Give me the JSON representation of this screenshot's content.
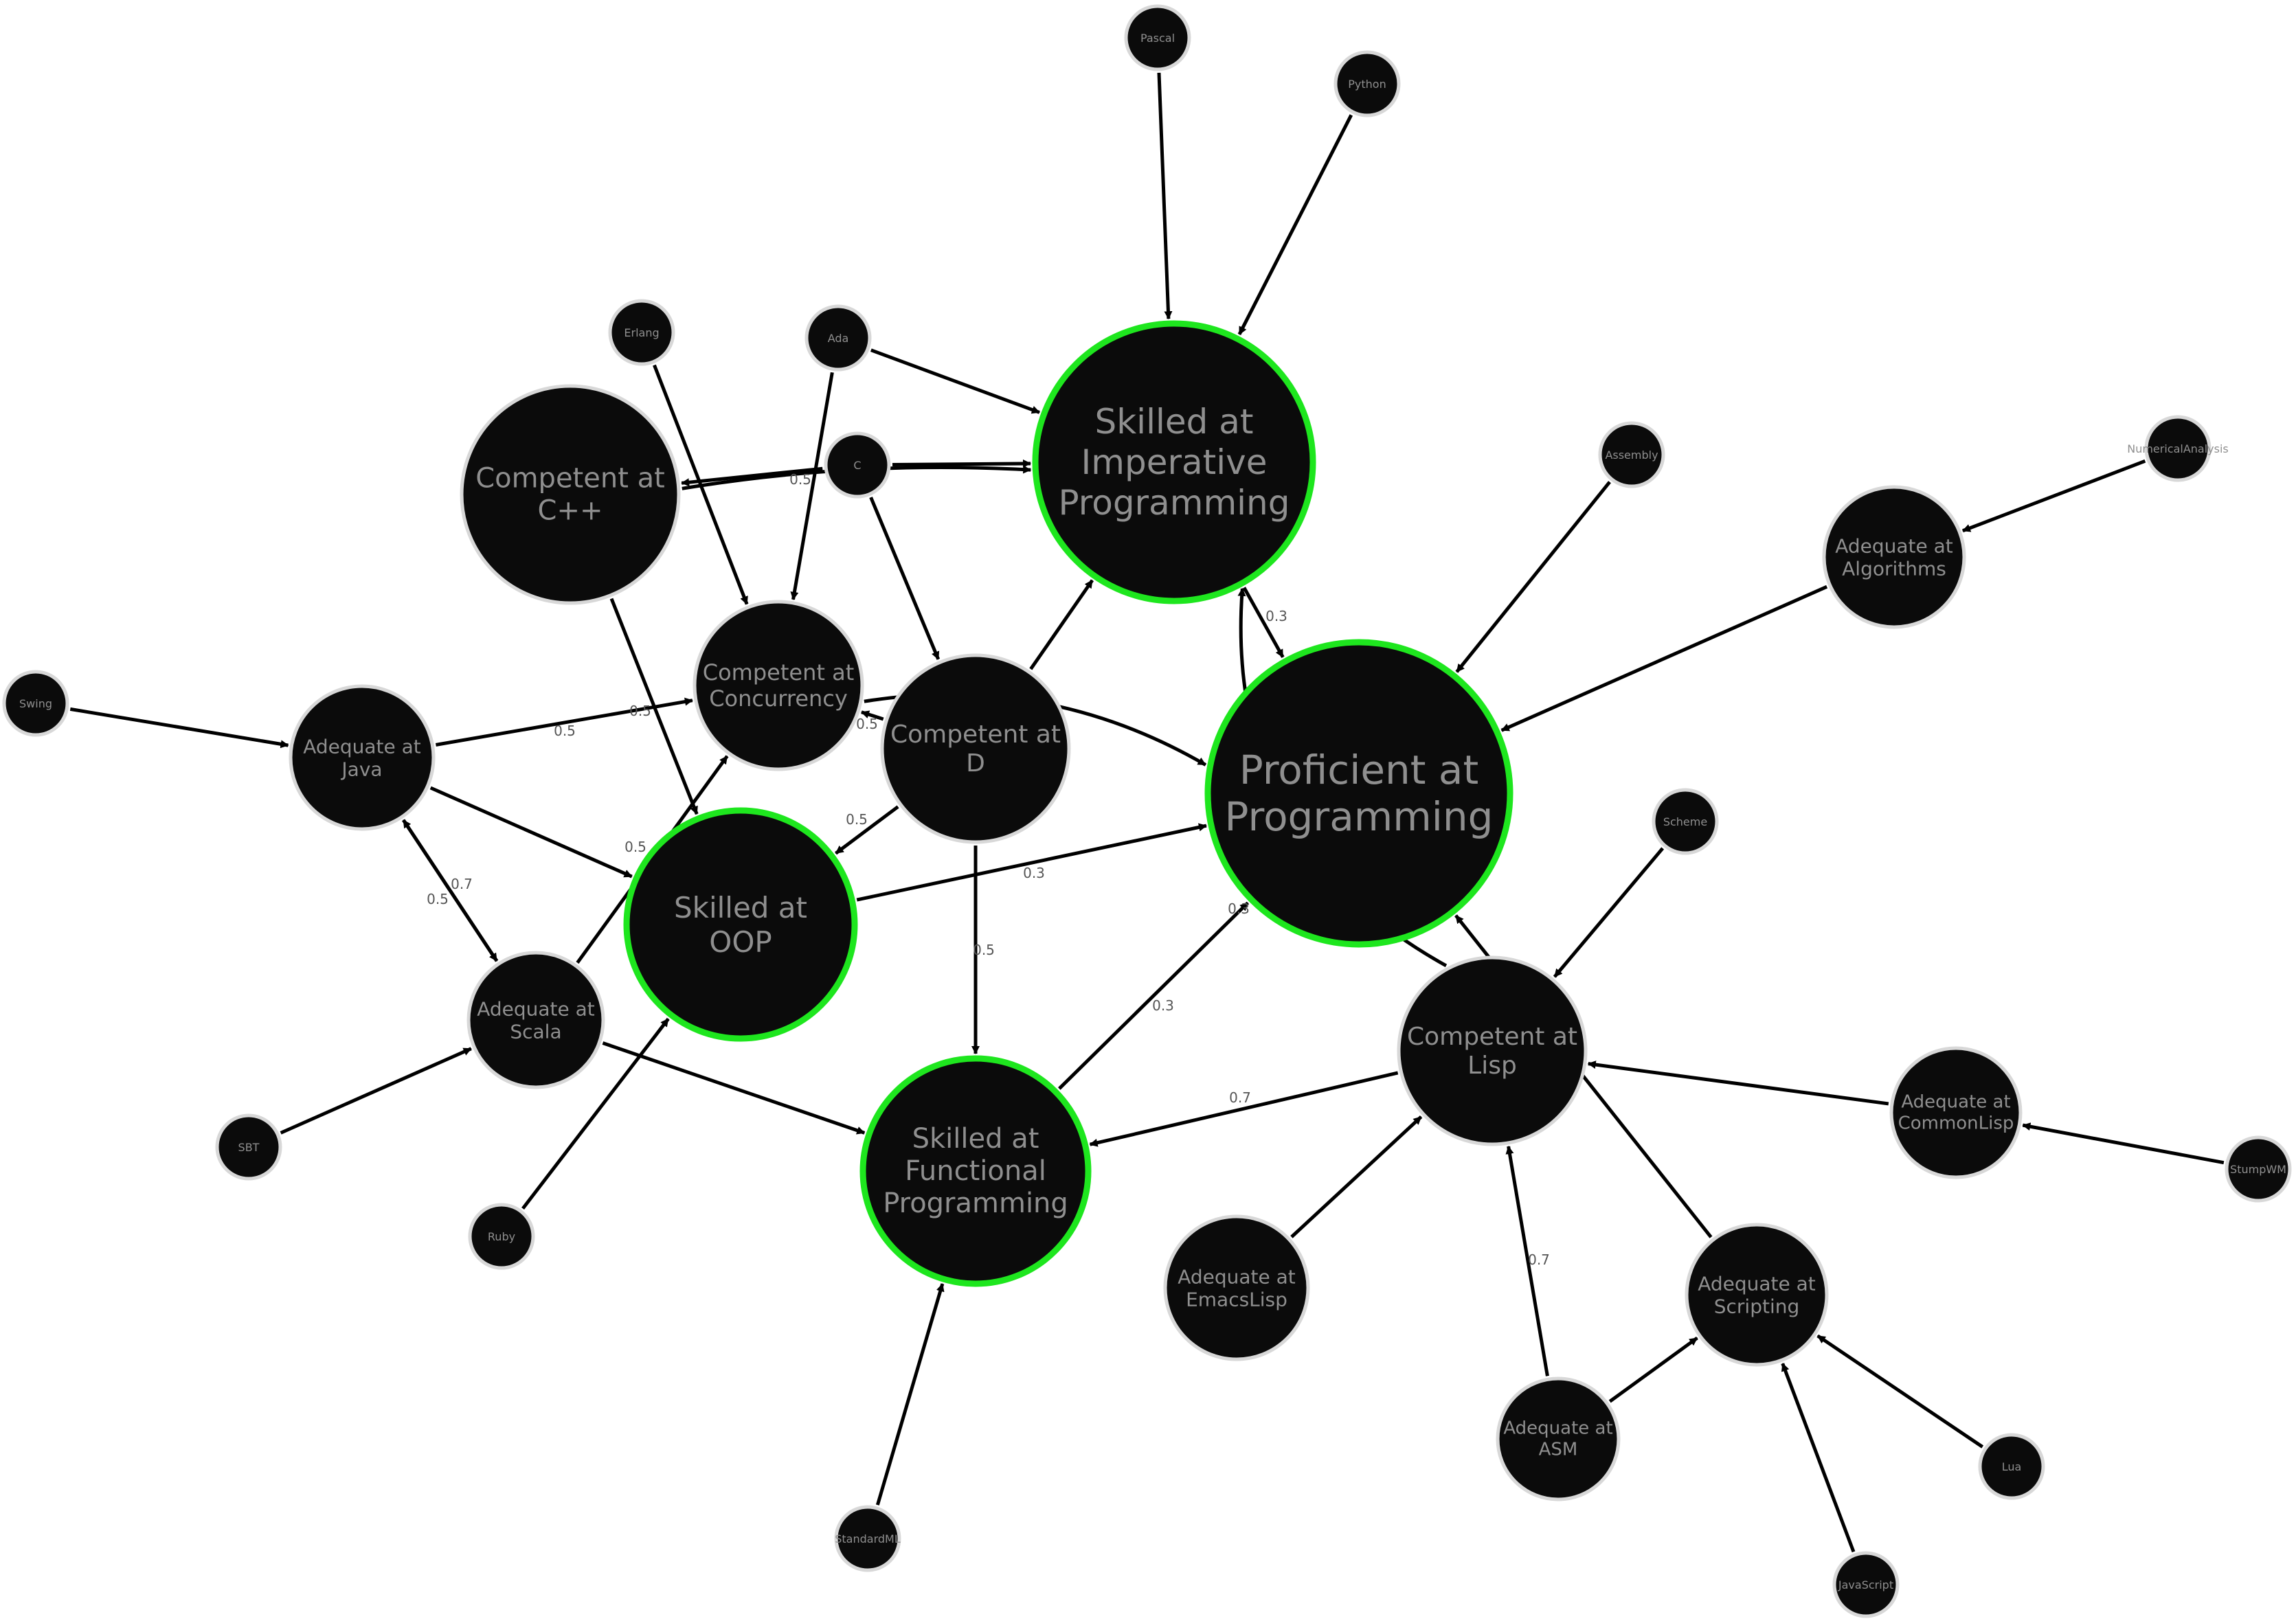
{
  "colors": {
    "background": "#ffffff",
    "node_fill": "#0b0b0b",
    "label_text": "#8f8f8f",
    "ring_default": "#d8d8d8",
    "ring_highlight": "#1ee61e",
    "edge": "#000000",
    "edge_label": "#555555"
  },
  "nodes": [
    {
      "id": "pascal",
      "label": "Pascal",
      "highlight": false
    },
    {
      "id": "python",
      "label": "Python",
      "highlight": false
    },
    {
      "id": "erlang",
      "label": "Erlang",
      "highlight": false
    },
    {
      "id": "ada",
      "label": "Ada",
      "highlight": false
    },
    {
      "id": "c",
      "label": "C",
      "highlight": false
    },
    {
      "id": "assembly",
      "label": "Assembly",
      "highlight": false
    },
    {
      "id": "numerical",
      "label": "NumericalAnalysis",
      "highlight": false
    },
    {
      "id": "swing",
      "label": "Swing",
      "highlight": false
    },
    {
      "id": "scheme",
      "label": "Scheme",
      "highlight": false
    },
    {
      "id": "sbt",
      "label": "SBT",
      "highlight": false
    },
    {
      "id": "ruby",
      "label": "Ruby",
      "highlight": false
    },
    {
      "id": "stumpwm",
      "label": "StumpWM",
      "highlight": false
    },
    {
      "id": "lua",
      "label": "Lua",
      "highlight": false
    },
    {
      "id": "javascript",
      "label": "JavaScript",
      "highlight": false
    },
    {
      "id": "standardml",
      "label": "StandardML",
      "highlight": false
    },
    {
      "id": "imperative",
      "label": "Skilled at\nImperative\nProgramming",
      "highlight": true
    },
    {
      "id": "cpp",
      "label": "Competent at\nC++",
      "highlight": false
    },
    {
      "id": "concurrency",
      "label": "Competent at\nConcurrency",
      "highlight": false
    },
    {
      "id": "d",
      "label": "Competent at\nD",
      "highlight": false
    },
    {
      "id": "proficient",
      "label": "Proficient at\nProgramming",
      "highlight": true
    },
    {
      "id": "algorithms",
      "label": "Adequate at\nAlgorithms",
      "highlight": false
    },
    {
      "id": "java",
      "label": "Adequate at\nJava",
      "highlight": false
    },
    {
      "id": "oop",
      "label": "Skilled at\nOOP",
      "highlight": true
    },
    {
      "id": "scala",
      "label": "Adequate at\nScala",
      "highlight": false
    },
    {
      "id": "functional",
      "label": "Skilled at\nFunctional\nProgramming",
      "highlight": true
    },
    {
      "id": "lisp",
      "label": "Competent at\nLisp",
      "highlight": false
    },
    {
      "id": "commonlisp",
      "label": "Adequate at\nCommonLisp",
      "highlight": false
    },
    {
      "id": "emacslisp",
      "label": "Adequate at\nEmacsLisp",
      "highlight": false
    },
    {
      "id": "scripting",
      "label": "Adequate at\nScripting",
      "highlight": false
    },
    {
      "id": "asm",
      "label": "Adequate at\nASM",
      "highlight": false
    }
  ],
  "edges": [
    {
      "from": "pascal",
      "to": "imperative",
      "label": ""
    },
    {
      "from": "python",
      "to": "imperative",
      "label": ""
    },
    {
      "from": "ada",
      "to": "imperative",
      "label": ""
    },
    {
      "from": "ada",
      "to": "concurrency",
      "label": ""
    },
    {
      "from": "c",
      "to": "imperative",
      "label": ""
    },
    {
      "from": "c",
      "to": "cpp",
      "label": "0.5"
    },
    {
      "from": "c",
      "to": "d",
      "label": ""
    },
    {
      "from": "cpp",
      "to": "imperative",
      "label": ""
    },
    {
      "from": "cpp",
      "to": "oop",
      "label": ""
    },
    {
      "from": "erlang",
      "to": "concurrency",
      "label": ""
    },
    {
      "from": "concurrency",
      "to": "proficient",
      "label": ""
    },
    {
      "from": "d",
      "to": "imperative",
      "label": ""
    },
    {
      "from": "d",
      "to": "concurrency",
      "label": "0.5"
    },
    {
      "from": "d",
      "to": "oop",
      "label": "0.5"
    },
    {
      "from": "d",
      "to": "functional",
      "label": "0.5"
    },
    {
      "from": "imperative",
      "to": "proficient",
      "label": "0.3"
    },
    {
      "from": "assembly",
      "to": "proficient",
      "label": ""
    },
    {
      "from": "numerical",
      "to": "algorithms",
      "label": ""
    },
    {
      "from": "algorithms",
      "to": "proficient",
      "label": ""
    },
    {
      "from": "swing",
      "to": "java",
      "label": ""
    },
    {
      "from": "java",
      "to": "concurrency",
      "label": "0.5"
    },
    {
      "from": "java",
      "to": "oop",
      "label": "0.5"
    },
    {
      "from": "java",
      "to": "scala",
      "label": "0.7"
    },
    {
      "from": "scala",
      "to": "java",
      "label": "0.5"
    },
    {
      "from": "scala",
      "to": "concurrency",
      "label": "0.5"
    },
    {
      "from": "scala",
      "to": "functional",
      "label": ""
    },
    {
      "from": "sbt",
      "to": "scala",
      "label": ""
    },
    {
      "from": "ruby",
      "to": "oop",
      "label": ""
    },
    {
      "from": "oop",
      "to": "proficient",
      "label": "0.3"
    },
    {
      "from": "functional",
      "to": "proficient",
      "label": "0.3"
    },
    {
      "from": "standardml",
      "to": "functional",
      "label": ""
    },
    {
      "from": "lisp",
      "to": "functional",
      "label": "0.7"
    },
    {
      "from": "lisp",
      "to": "imperative",
      "label": "0.3"
    },
    {
      "from": "scheme",
      "to": "lisp",
      "label": ""
    },
    {
      "from": "commonlisp",
      "to": "lisp",
      "label": ""
    },
    {
      "from": "stumpwm",
      "to": "commonlisp",
      "label": ""
    },
    {
      "from": "emacslisp",
      "to": "lisp",
      "label": ""
    },
    {
      "from": "asm",
      "to": "lisp",
      "label": "0.7"
    },
    {
      "from": "asm",
      "to": "scripting",
      "label": ""
    },
    {
      "from": "scripting",
      "to": "proficient",
      "label": ""
    },
    {
      "from": "lua",
      "to": "scripting",
      "label": ""
    },
    {
      "from": "javascript",
      "to": "scripting",
      "label": ""
    }
  ]
}
